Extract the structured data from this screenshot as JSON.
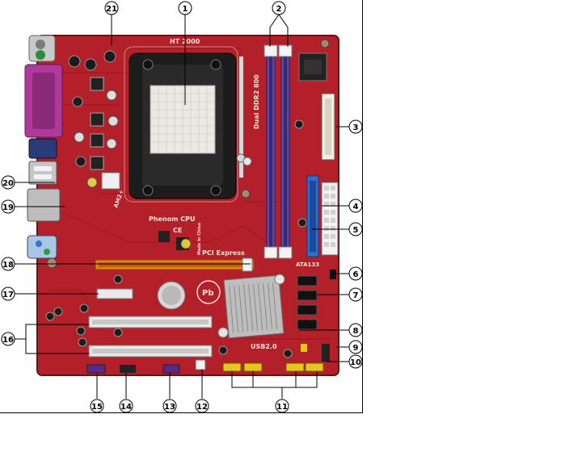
{
  "diagram": {
    "board_labels": {
      "socket": "HT 2000",
      "memory": "Dual DDR2 800",
      "cpu": "Phenom CPU",
      "socket_type": "AM2+",
      "pcie": "PCI Express",
      "ide": "ATA133",
      "usb": "USB2.0",
      "origin": "Made in China",
      "ce": "CE",
      "pb": "Pb"
    },
    "callouts": [
      "1",
      "2",
      "3",
      "4",
      "5",
      "6",
      "7",
      "8",
      "9",
      "10",
      "11",
      "12",
      "13",
      "14",
      "15",
      "16",
      "17",
      "18",
      "19",
      "20",
      "21"
    ]
  },
  "colors": {
    "pcb": "#b3202a",
    "pcb_dark": "#7d1219",
    "socket": "#1c1c1c",
    "dimm": "#5b4aa6",
    "ide": "#2d6fd0",
    "pci": "#e9e9e9",
    "pcie": "#e87f1b",
    "parallel": "#b03a9c",
    "headers": "#e7c51b"
  }
}
